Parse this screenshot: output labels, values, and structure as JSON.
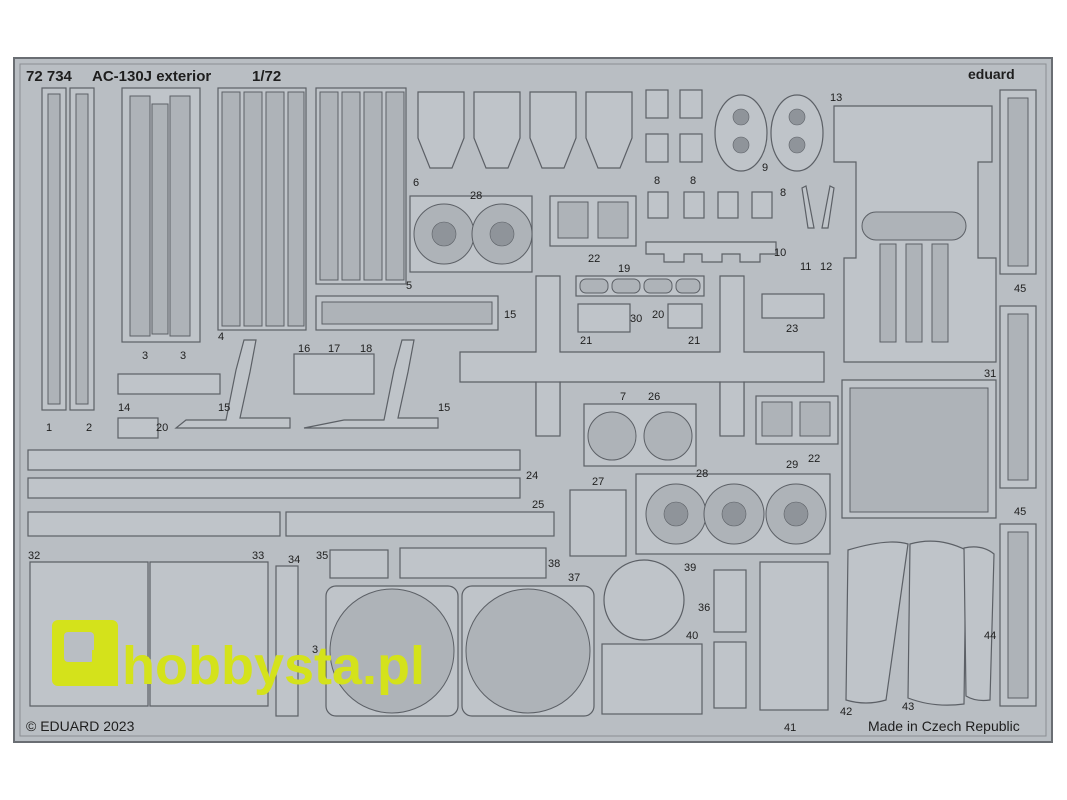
{
  "header": {
    "catalog_number": "72 734",
    "kit_name": "AC-130J exterior",
    "scale": "1/72",
    "brand": "eduard"
  },
  "footer": {
    "copyright": "© EDUARD 2023",
    "origin": "Made in Czech Republic"
  },
  "watermark": {
    "text": "hobbysta.pl",
    "color": "#d4e21b"
  },
  "colors": {
    "fret": "#b9bec3",
    "part": "#bfc4c9",
    "outline": "#5c6066",
    "background": "#ffffff"
  },
  "part_numbers": [
    "1",
    "2",
    "3",
    "3",
    "4",
    "5",
    "6",
    "28",
    "8",
    "8",
    "9",
    "13",
    "8",
    "10",
    "11",
    "12",
    "22",
    "19",
    "21",
    "30",
    "20",
    "21",
    "15",
    "23",
    "16",
    "17",
    "18",
    "14",
    "20",
    "15",
    "15",
    "31",
    "7",
    "26",
    "22",
    "24",
    "28",
    "29",
    "27",
    "25",
    "45",
    "32",
    "33",
    "34",
    "35",
    "38",
    "37",
    "39",
    "36",
    "40",
    "42",
    "43",
    "44",
    "45",
    "3",
    "41"
  ]
}
